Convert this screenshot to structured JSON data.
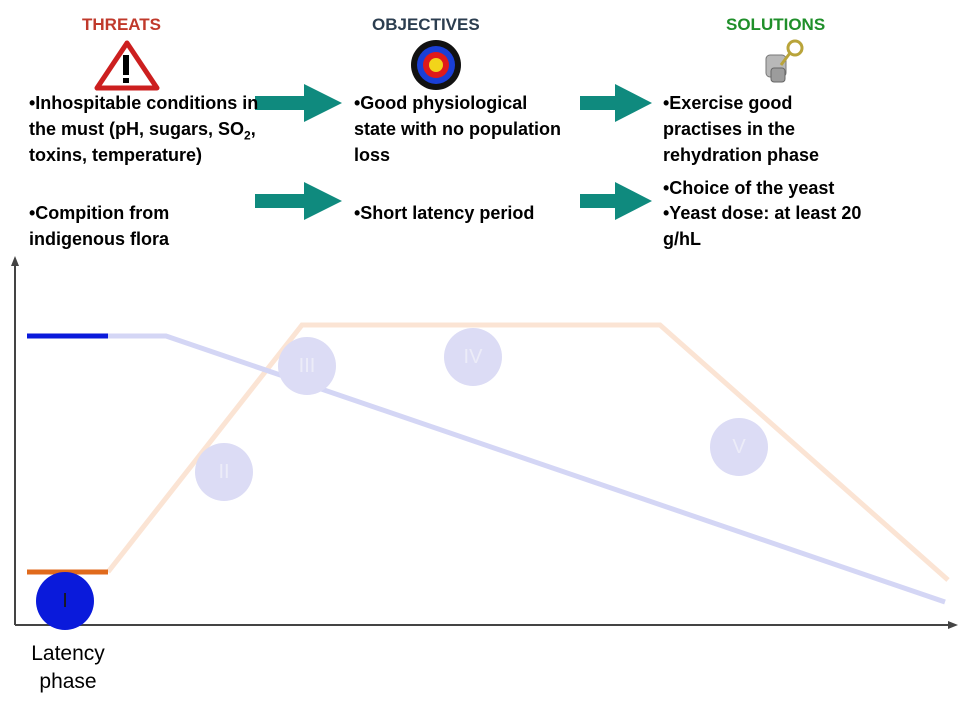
{
  "headers": {
    "threats": "THREATS",
    "objectives": "OBJECTIVES",
    "solutions": "SOLUTIONS"
  },
  "icons": {
    "threats": "warning-triangle-icon",
    "objectives": "target-icon",
    "solutions": "key-puzzle-icon"
  },
  "threats": {
    "item1_main": "•Inhospitable conditions in the must (pH, sugars, SO",
    "item1_sub": "2",
    "item1_end": ", toxins, temperature)",
    "item2": "•Compition from indigenous flora"
  },
  "objectives": {
    "item1": "•Good physiological state with no population loss",
    "item2": "•Short latency period"
  },
  "solutions": {
    "item1": "•Exercise good practises in the rehydration phase",
    "item2": "•Choice of the yeast",
    "item3": "•Yeast dose:  at least 20 g/hL"
  },
  "stages": [
    "I",
    "II",
    "III",
    "IV",
    "V"
  ],
  "axis_label": {
    "line1": "Latency",
    "line2": "phase"
  },
  "colors": {
    "threats": "#c0392b",
    "objectives": "#2c3e50",
    "solutions": "#1f8f2a",
    "arrow": "#0f8a7e",
    "blue_line": "#0a1adb",
    "orange_line": "#e06a1c"
  }
}
